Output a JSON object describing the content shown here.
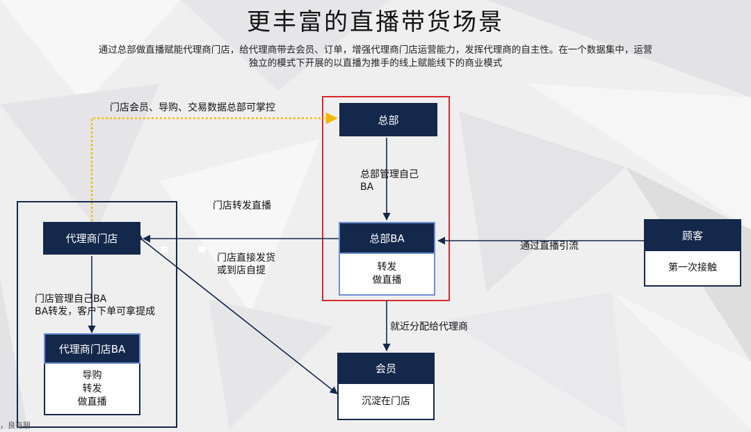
{
  "title": "更丰富的直播带货场景",
  "subtitle": {
    "line1": "通过总部做直播赋能代理商门店，给代理商带去会员、订单，增强代理商门店运营能力，发挥代理商的自主性。在一个数据集中，运营",
    "line2": "独立的模式下开展的以直播为推手的线上赋能线下的商业模式"
  },
  "nodes": {
    "hq": "总部",
    "hq_ba": "总部BA",
    "hq_ba_desc": [
      "转发",
      "做直播"
    ],
    "agent_store": "代理商门店",
    "agent_store_ba": "代理商门店BA",
    "agent_store_ba_desc": [
      "导购",
      "转发",
      "做直播"
    ],
    "member": "会员",
    "member_desc": "沉淀在门店",
    "customer": "顾客",
    "customer_desc": "第一次接触"
  },
  "labels": {
    "data_control": "门店会员、导购、交易数据总部可掌控",
    "hq_manage_ba": [
      "总部管理自己",
      "BA"
    ],
    "store_forward_live": "门店转发直播",
    "store_ship": [
      "门店直接发货",
      "或到店自提"
    ],
    "live_traffic": "通过直播引流",
    "nearby_assign": "就近分配给代理商",
    "store_manage_ba": [
      "门店管理自己BA",
      "BA转发，客户下单可拿提成"
    ],
    "corner_fragment": "，良有朋"
  },
  "colors": {
    "node_fill": "#14284b",
    "highlight_frame": "#d9282a",
    "dotted_arrow": "#f5b800",
    "node_border": "#6f8fd6"
  }
}
